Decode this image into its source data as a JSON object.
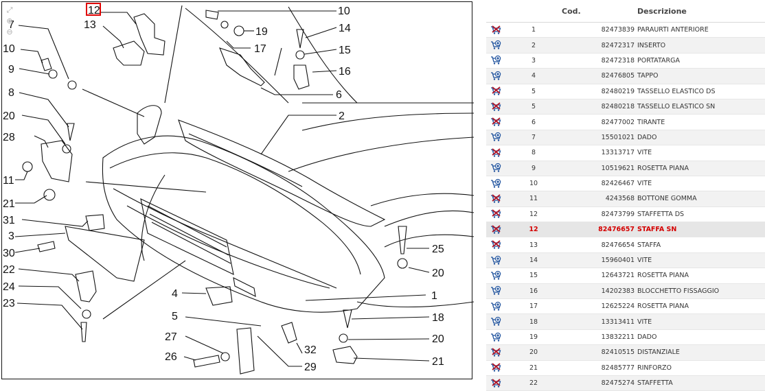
{
  "colors": {
    "selected_text": "#d40000",
    "cart_red": "#b0182a",
    "cart_blue": "#1b4f9c",
    "callout_box": "#e00000"
  },
  "diagram": {
    "labels": {
      "12": "12",
      "13": "13",
      "7": "7",
      "10a": "10",
      "9": "9",
      "8": "8",
      "20a": "20",
      "28": "28",
      "11": "11",
      "21a": "21",
      "31": "31",
      "3": "3",
      "30": "30",
      "22": "22",
      "24": "24",
      "23": "23",
      "10b": "10",
      "19": "19",
      "17": "17",
      "14": "14",
      "15": "15",
      "16": "16",
      "6": "6",
      "2": "2",
      "25": "25",
      "20b": "20",
      "4": "4",
      "1": "1",
      "18": "18",
      "5": "5",
      "20c": "20",
      "27": "27",
      "32": "32",
      "26": "26",
      "29": "29",
      "21b": "21"
    }
  },
  "table": {
    "headers": {
      "cod": "Cod.",
      "desc": "Descrizione"
    },
    "rows": [
      {
        "icon": "cart-remove-icon",
        "pos": "1",
        "cod": "82473839",
        "desc": "PARAURTI ANTERIORE"
      },
      {
        "icon": "cart-add-icon",
        "pos": "2",
        "cod": "82472317",
        "desc": "INSERTO"
      },
      {
        "icon": "cart-add-icon",
        "pos": "3",
        "cod": "82472318",
        "desc": "PORTATARGA"
      },
      {
        "icon": "cart-add-icon",
        "pos": "4",
        "cod": "82476805",
        "desc": "TAPPO"
      },
      {
        "icon": "cart-remove-icon",
        "pos": "5",
        "cod": "82480219",
        "desc": "TASSELLO ELASTICO DS"
      },
      {
        "icon": "cart-remove-icon",
        "pos": "5",
        "cod": "82480218",
        "desc": "TASSELLO ELASTICO SN"
      },
      {
        "icon": "cart-remove-icon",
        "pos": "6",
        "cod": "82477002",
        "desc": "TIRANTE"
      },
      {
        "icon": "cart-add-icon",
        "pos": "7",
        "cod": "15501021",
        "desc": "DADO"
      },
      {
        "icon": "cart-remove-icon",
        "pos": "8",
        "cod": "13313717",
        "desc": "VITE"
      },
      {
        "icon": "cart-add-icon",
        "pos": "9",
        "cod": "10519621",
        "desc": "ROSETTA PIANA"
      },
      {
        "icon": "cart-add-icon",
        "pos": "10",
        "cod": "82426467",
        "desc": "VITE"
      },
      {
        "icon": "cart-remove-icon",
        "pos": "11",
        "cod": "4243568",
        "desc": "BOTTONE GOMMA"
      },
      {
        "icon": "cart-remove-icon",
        "pos": "12",
        "cod": "82473799",
        "desc": "STAFFETTA DS"
      },
      {
        "icon": "cart-remove-icon",
        "pos": "12",
        "cod": "82476657",
        "desc": "STAFFA SN",
        "selected": true
      },
      {
        "icon": "cart-remove-icon",
        "pos": "13",
        "cod": "82476654",
        "desc": "STAFFA"
      },
      {
        "icon": "cart-add-icon",
        "pos": "14",
        "cod": "15960401",
        "desc": "VITE"
      },
      {
        "icon": "cart-add-icon",
        "pos": "15",
        "cod": "12643721",
        "desc": "ROSETTA PIANA"
      },
      {
        "icon": "cart-add-icon",
        "pos": "16",
        "cod": "14202383",
        "desc": "BLOCCHETTO FISSAGGIO"
      },
      {
        "icon": "cart-add-icon",
        "pos": "17",
        "cod": "12625224",
        "desc": "ROSETTA PIANA"
      },
      {
        "icon": "cart-add-icon",
        "pos": "18",
        "cod": "13313411",
        "desc": "VITE"
      },
      {
        "icon": "cart-add-icon",
        "pos": "19",
        "cod": "13832211",
        "desc": "DADO"
      },
      {
        "icon": "cart-remove-icon",
        "pos": "20",
        "cod": "82410515",
        "desc": "DISTANZIALE"
      },
      {
        "icon": "cart-remove-icon",
        "pos": "21",
        "cod": "82485777",
        "desc": "RINFORZO"
      },
      {
        "icon": "cart-remove-icon",
        "pos": "22",
        "cod": "82475274",
        "desc": "STAFFETTA"
      }
    ]
  }
}
